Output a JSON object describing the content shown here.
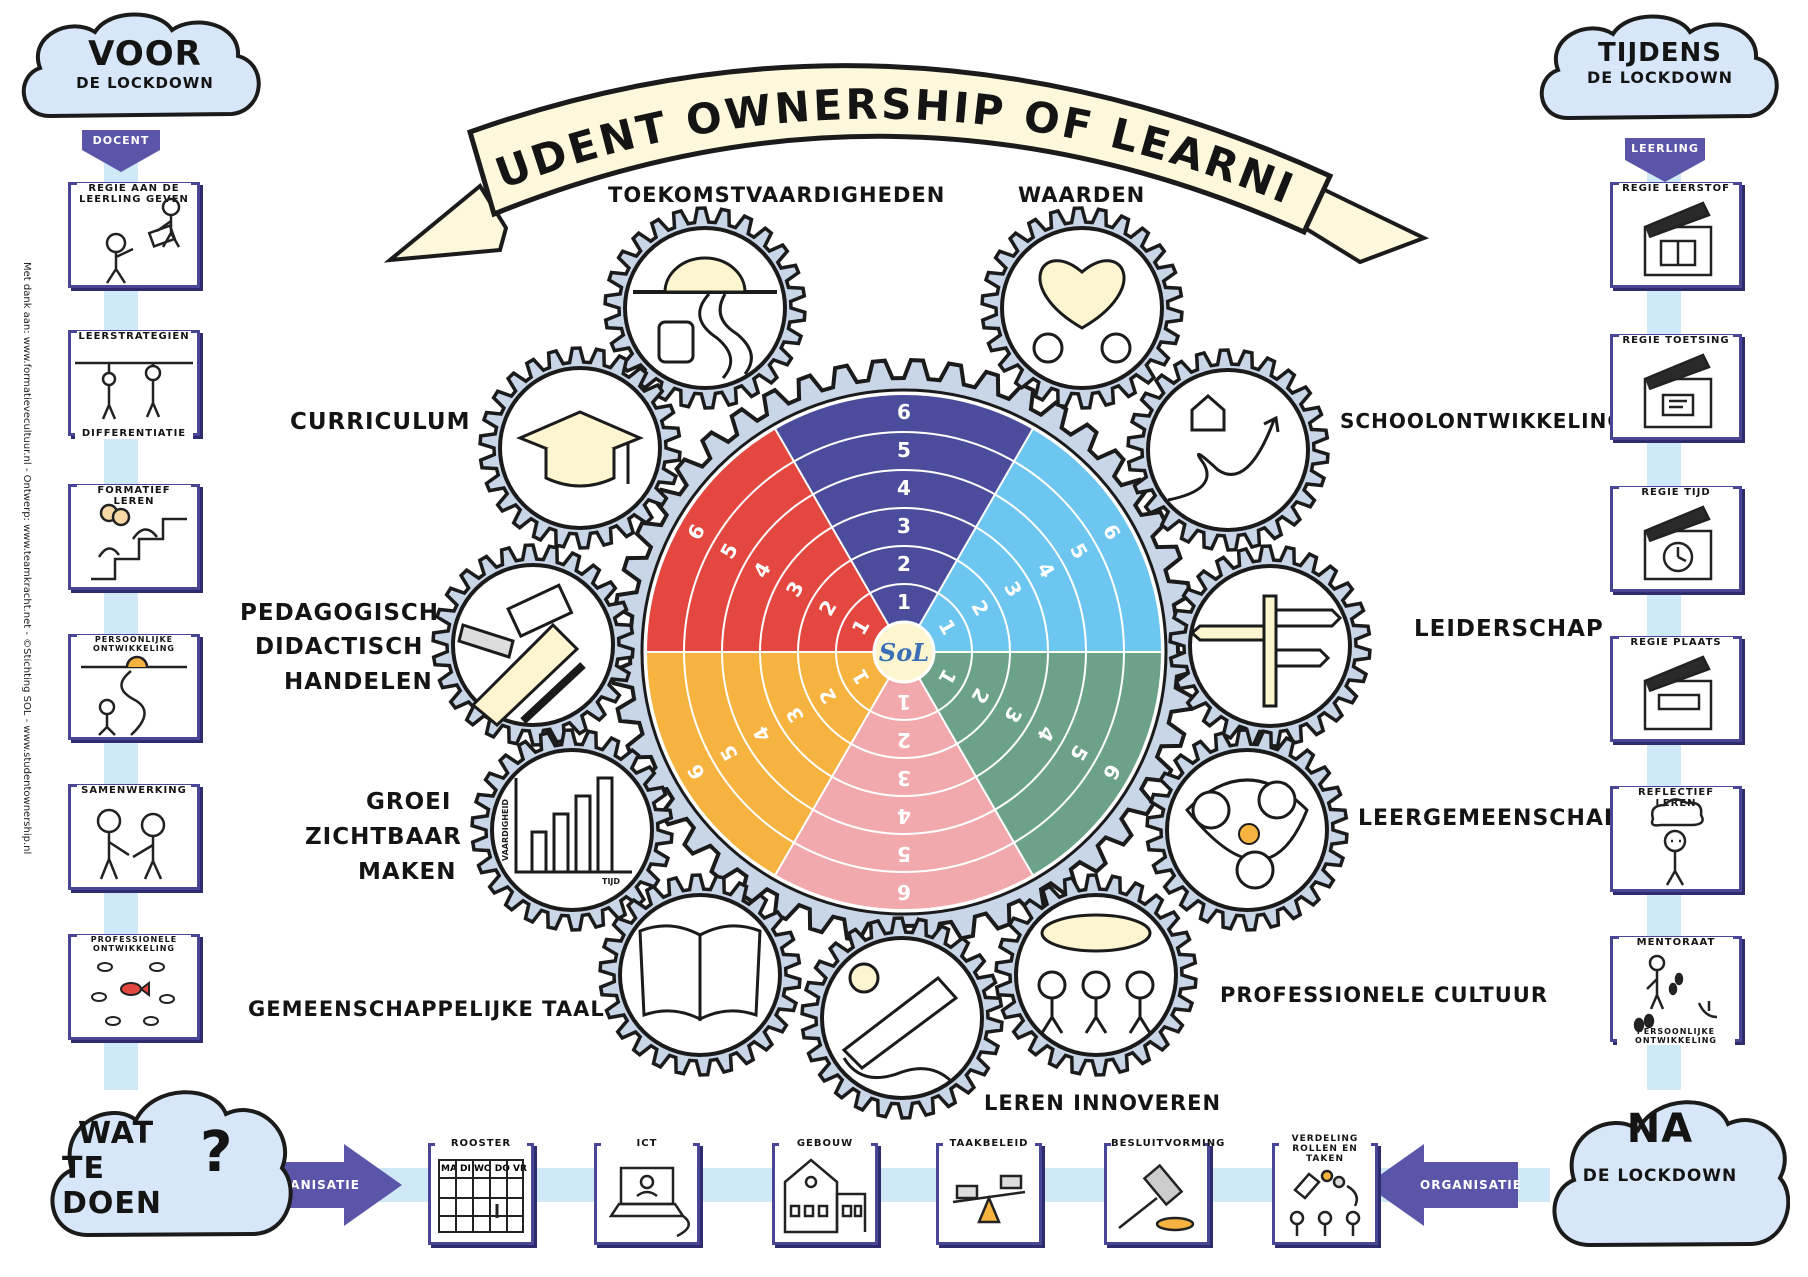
{
  "title": "STUDENT OWNERSHIP OF LEARNING",
  "center_logo": "SoL",
  "wheel_colors": [
    "#4b4d9c",
    "#6cc6ef",
    "#6ca388",
    "#f2a9ae",
    "#f6b33f",
    "#e4473f"
  ],
  "ring_numbers": [
    "1",
    "2",
    "3",
    "4",
    "5",
    "6"
  ],
  "gear_labels": {
    "toekomst": "TOEKOMSTVAARDIGHEDEN",
    "waarden": "WAARDEN",
    "curriculum": "CURRICULUM",
    "school": "SCHOOLONTWIKKELING",
    "pedagogisch": [
      "PEDAGOGISCH",
      "DIDACTISCH",
      "HANDELEN"
    ],
    "leiderschap": "LEIDERSCHAP",
    "groei": [
      "GROEI",
      "ZICHTBAAR",
      "MAKEN"
    ],
    "leergemeenschap": "LEERGEMEENSCHAP",
    "taal": "GEMEENSCHAPPELIJKE TAAL",
    "cultuur": "PROFESSIONELE CULTUUR",
    "innoveren": "LEREN INNOVEREN"
  },
  "chart_axis_labels": {
    "y": "VAARDIGHEID",
    "x": "TIJD"
  },
  "clouds": {
    "voor": {
      "big": "VOOR",
      "small": "DE LOCKDOWN"
    },
    "tijdens": {
      "big": "TIJDENS",
      "small": "DE LOCKDOWN"
    },
    "wat": {
      "line1": "WAT",
      "line2": "TE DOEN",
      "mark": "?"
    },
    "na": {
      "big": "NA",
      "small": "DE LOCKDOWN"
    }
  },
  "arrows": {
    "docent": "DOCENT",
    "leerling": "LEERLING",
    "organisatie_left": "ORGANISATIE",
    "organisatie_right": "ORGANISATIE"
  },
  "left_cards": [
    {
      "title": "REGIE AAN DE LEERLING GEVEN",
      "icon": "two-people-handing-icon"
    },
    {
      "title": "LEERSTRATEGIËN",
      "bottom": "DIFFERENTIATIE",
      "icon": "bar-people-icon"
    },
    {
      "title": "FORMATIEF LEREN",
      "icon": "stairs-icon"
    },
    {
      "title": "PERSOONLIJKE ONTWIKKELING",
      "icon": "path-sunrise-icon"
    },
    {
      "title": "SAMENWERKING",
      "icon": "two-people-icon"
    },
    {
      "title": "PROFESSIONELE ONTWIKKELING",
      "icon": "fish-school-icon"
    }
  ],
  "right_cards": [
    {
      "title": "REGIE LEERSTOF",
      "icon": "clapper-book-icon"
    },
    {
      "title": "REGIE TOETSING",
      "icon": "clapper-test-icon"
    },
    {
      "title": "REGIE TIJD",
      "icon": "clapper-clock-icon"
    },
    {
      "title": "REGIE PLAATS",
      "icon": "clapper-place-icon"
    },
    {
      "title": "REFLECTIEF LEREN",
      "icon": "thinking-person-icon"
    },
    {
      "title": "MENTORAAT",
      "bottom": "PERSOONLIJKE ONTWIKKELING",
      "icon": "footsteps-icon"
    }
  ],
  "bottom_cards": [
    {
      "title": "ROOSTER",
      "icon": "schedule-icon",
      "days": "MA DI WO DO VR"
    },
    {
      "title": "ICT",
      "icon": "laptop-icon"
    },
    {
      "title": "GEBOUW",
      "icon": "building-icon"
    },
    {
      "title": "TAAKBELEID",
      "icon": "balance-icon"
    },
    {
      "title": "BESLUITVORMING",
      "icon": "gavel-icon"
    },
    {
      "title": "VERDELING ROLLEN EN TAKEN",
      "icon": "roles-icon"
    }
  ],
  "side_credit": "Met dank aan:  www.formatievecultuur.nl - Ontwerp: www.teamkracht.net - ©Stichting SOL - www.studentownership.nl"
}
